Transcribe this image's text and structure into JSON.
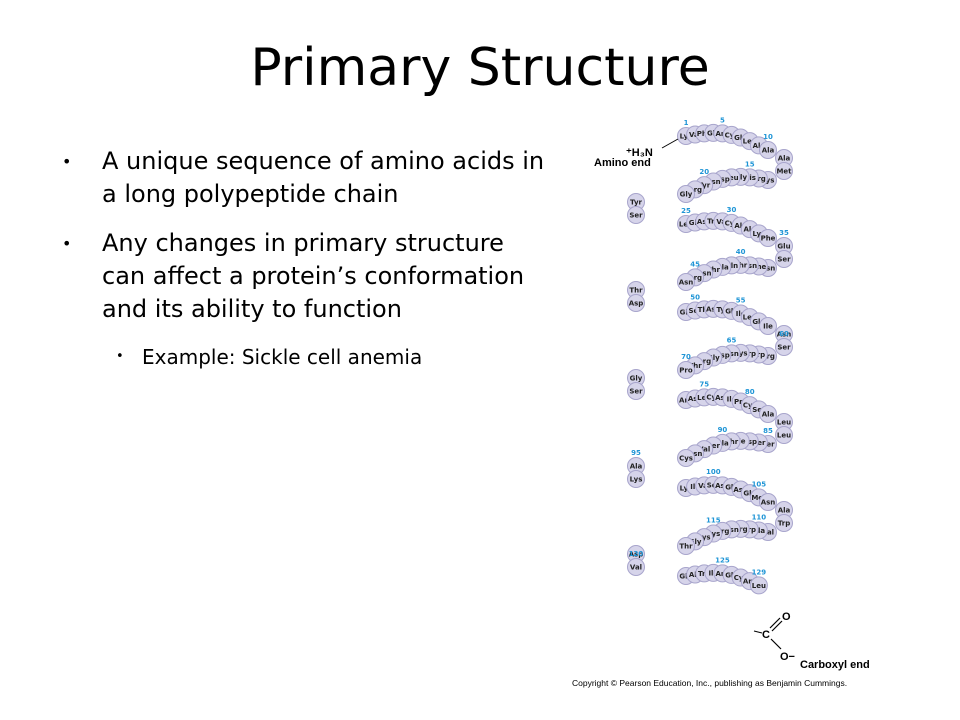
{
  "slide": {
    "title": "Primary Structure",
    "bullets": [
      "A unique sequence of amino acids in a long polypeptide chain",
      "Any changes in primary structure can affect a protein’s conformation and its ability to function"
    ],
    "sub_bullets": [
      "Example: Sickle cell anemia"
    ]
  },
  "figure": {
    "n_terminus_label": "+H3N",
    "amino_end_label": "Amino end",
    "carboxyl_end_label": "Carboxyl end",
    "carboxyl_o_top": "O",
    "carboxyl_o_bottom": "O−",
    "carboxyl_c": "C",
    "copyright": "Copyright © Pearson Education, Inc., publishing as Benjamin Cummings.",
    "residue_color": "#d6d4ea",
    "number_color": "#1f95d6",
    "sequence": [
      "Lys",
      "Val",
      "Phe",
      "Gly",
      "Arg",
      "Cys",
      "Glu",
      "Leu",
      "Ala",
      "Ala",
      "Ala",
      "Met",
      "Lys",
      "Arg",
      "His",
      "Gly",
      "Leu",
      "Asp",
      "Asn",
      "Tyr",
      "Arg",
      "Gly",
      "Tyr",
      "Ser",
      "Leu",
      "Gly",
      "Asn",
      "Trp",
      "Val",
      "Cys",
      "Ala",
      "Ala",
      "Lys",
      "Phe",
      "Glu",
      "Ser",
      "Asn",
      "Phe",
      "Asn",
      "Thr",
      "Gln",
      "Ala",
      "Thr",
      "Asn",
      "Arg",
      "Asn",
      "Thr",
      "Asp",
      "Gly",
      "Ser",
      "Thr",
      "Asp",
      "Tyr",
      "Gly",
      "Ile",
      "Leu",
      "Gln",
      "Ile",
      "Asn",
      "Ser",
      "Arg",
      "Trp",
      "Trp",
      "Cys",
      "Asn",
      "Asp",
      "Gly",
      "Arg",
      "Thr",
      "Pro",
      "Gly",
      "Ser",
      "Arg",
      "Asn",
      "Leu",
      "Cys",
      "Asn",
      "Ile",
      "Pro",
      "Cys",
      "Ser",
      "Ala",
      "Leu",
      "Leu",
      "Ser",
      "Ser",
      "Asp",
      "Ile",
      "Thr",
      "Ala",
      "Ser",
      "Val",
      "Asn",
      "Cys",
      "Ala",
      "Lys",
      "Lys",
      "Ile",
      "Val",
      "Ser",
      "Asp",
      "Gly",
      "Asp",
      "Gly",
      "Met",
      "Asn",
      "Ala",
      "Trp",
      "Val",
      "Ala",
      "Trp",
      "Arg",
      "Asn",
      "Arg",
      "Cys",
      "Lys",
      "Gly",
      "Thr",
      "Asp",
      "Val",
      "Gln",
      "Ala",
      "Trp",
      "Ile",
      "Arg",
      "Gly",
      "Cys",
      "Arg",
      "Leu"
    ],
    "numbers": [
      {
        "label": "1",
        "index": 0
      },
      {
        "label": "5",
        "index": 4
      },
      {
        "label": "10",
        "index": 9
      },
      {
        "label": "15",
        "index": 14
      },
      {
        "label": "20",
        "index": 19
      },
      {
        "label": "25",
        "index": 24
      },
      {
        "label": "30",
        "index": 29
      },
      {
        "label": "35",
        "index": 34
      },
      {
        "label": "40",
        "index": 39
      },
      {
        "label": "45",
        "index": 44
      },
      {
        "label": "50",
        "index": 49
      },
      {
        "label": "55",
        "index": 54
      },
      {
        "label": "60",
        "index": 59
      },
      {
        "label": "65",
        "index": 64
      },
      {
        "label": "70",
        "index": 69
      },
      {
        "label": "75",
        "index": 74
      },
      {
        "label": "80",
        "index": 79
      },
      {
        "label": "85",
        "index": 84
      },
      {
        "label": "90",
        "index": 89
      },
      {
        "label": "95",
        "index": 94
      },
      {
        "label": "100",
        "index": 99
      },
      {
        "label": "105",
        "index": 104
      },
      {
        "label": "110",
        "index": 109
      },
      {
        "label": "115",
        "index": 114
      },
      {
        "label": "120",
        "index": 119
      },
      {
        "label": "125",
        "index": 124
      },
      {
        "label": "129",
        "index": 128
      }
    ]
  }
}
